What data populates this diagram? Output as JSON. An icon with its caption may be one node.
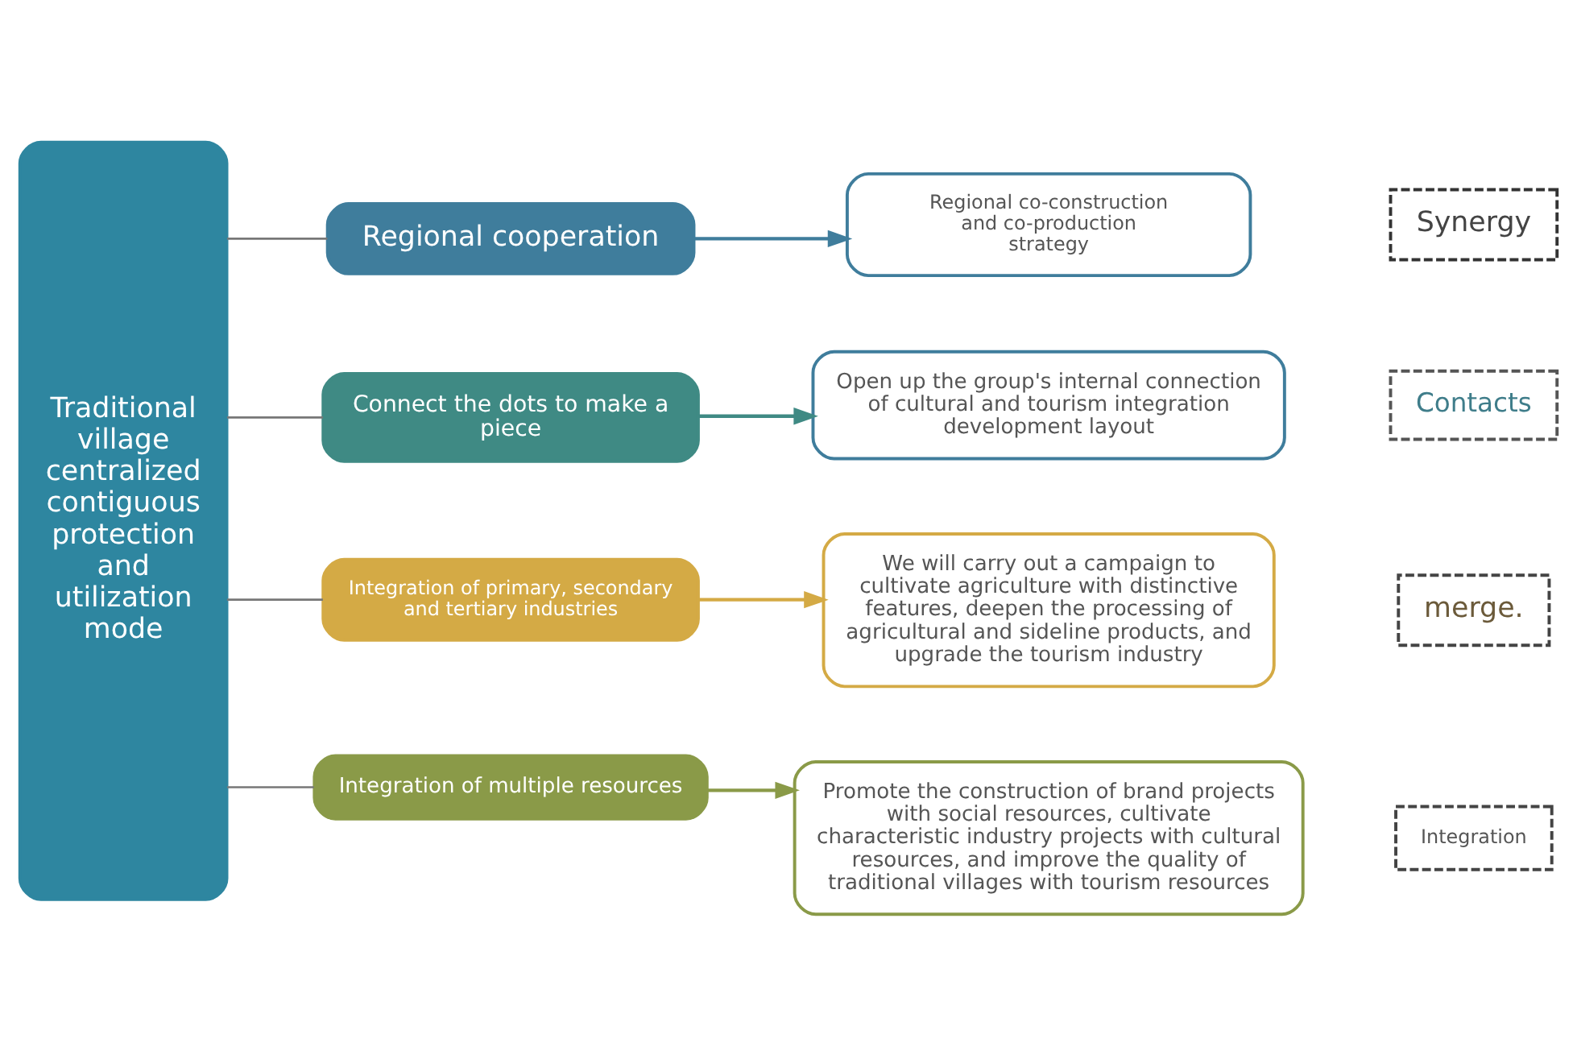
{
  "diagram": {
    "nodes": [
      {
        "text": [
          "Traditional village centralized contiguous protection and utilization mode"
        ]
      },
      {
        "text": [
          "Regional cooperation"
        ]
      },
      {
        "text": [
          "Connect the dots to make a piece"
        ]
      },
      {
        "text": [
          "Integration of primary, secondary and tertiary industries"
        ]
      },
      {
        "text": [
          "Integration of multiple resources"
        ]
      },
      {
        "text": [
          "Regional co-construction and co-production strategy"
        ]
      },
      {
        "text": [
          "Open up the group's internal connection of cultural and tourism integration development layout"
        ]
      },
      {
        "text": [
          "We will carry out a campaign to cultivate agriculture with distinctive features, deepen the processing of agricultural and sideline products, and upgrade the tourism industry"
        ]
      },
      {
        "text": [
          "Promote the construction of brand projects with social resources, cultivate characteristic industry projects with cultural resources, and improve the quality of traditional villages with tourism resources"
        ]
      },
      {
        "text": [
          "Synergy"
        ]
      },
      {
        "text": [
          "Contacts"
        ]
      },
      {
        "text": [
          "merge."
        ]
      },
      {
        "text": [
          "Integration"
        ]
      }
    ],
    "edges": [
      {
        "from": 0,
        "to": 1,
        "arrow": "none"
      },
      {
        "from": 0,
        "to": 2,
        "arrow": "none"
      },
      {
        "from": 0,
        "to": 3,
        "arrow": "none"
      },
      {
        "from": 0,
        "to": 4,
        "arrow": "none"
      },
      {
        "from": 1,
        "to": 5,
        "arrow": "to",
        "color": "#3f7d9c"
      },
      {
        "from": 2,
        "to": 6,
        "arrow": "to",
        "color": "#3f8a84"
      },
      {
        "from": 3,
        "to": 7,
        "arrow": "to",
        "color": "#d4aa45"
      },
      {
        "from": 4,
        "to": 8,
        "arrow": "to",
        "color": "#8a9a48"
      }
    ]
  }
}
